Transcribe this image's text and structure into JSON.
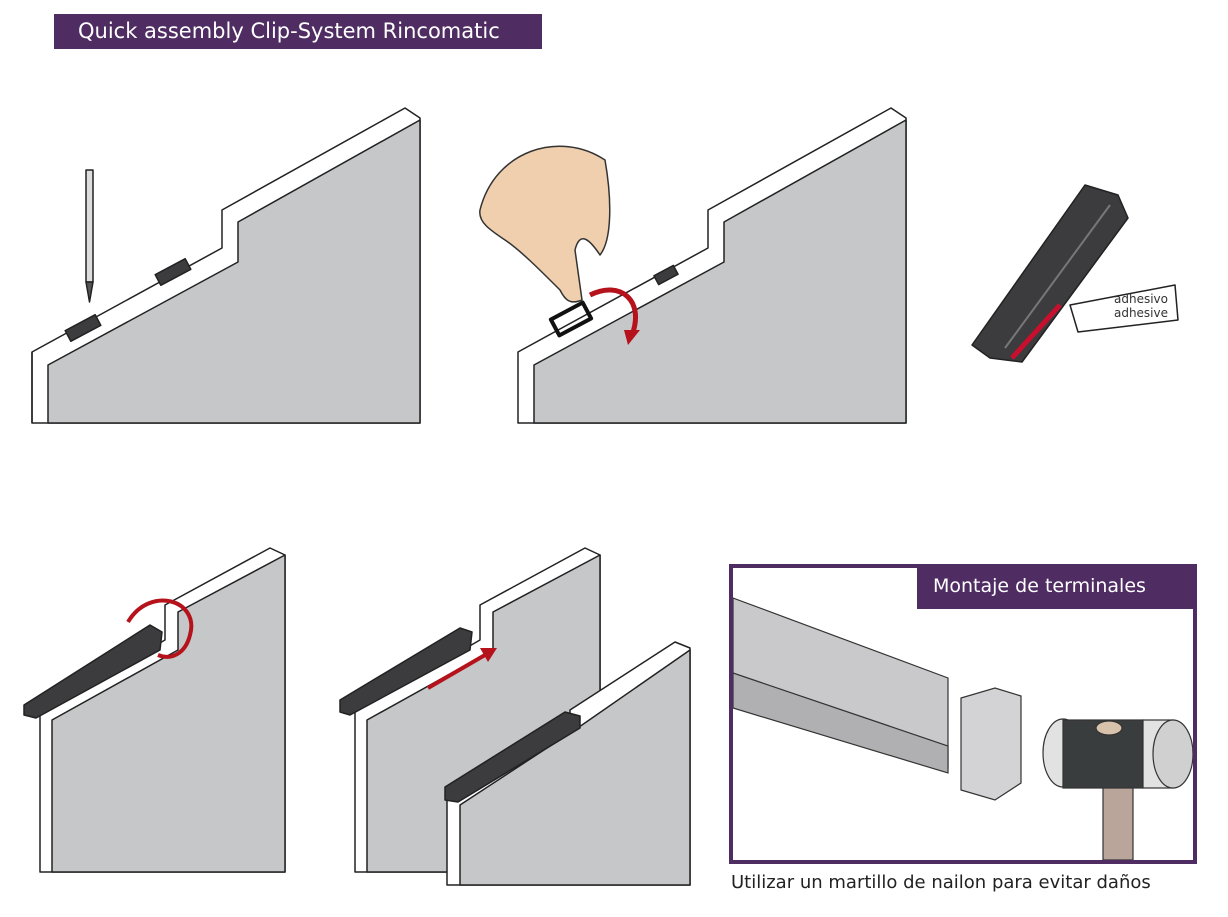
{
  "title": "Quick assembly Clip-System Rincomatic",
  "adhesive_labels": [
    "adhesivo",
    "adhesive"
  ],
  "terminals_title": "Montaje de terminales",
  "caption": "Utilizar un martillo de nailon para evitar daños",
  "colors": {
    "purple": "#4f2d63",
    "panel": "#c6c7c8",
    "arrow_red": "#b5121b",
    "profile_dark": "#3c3c3e"
  }
}
